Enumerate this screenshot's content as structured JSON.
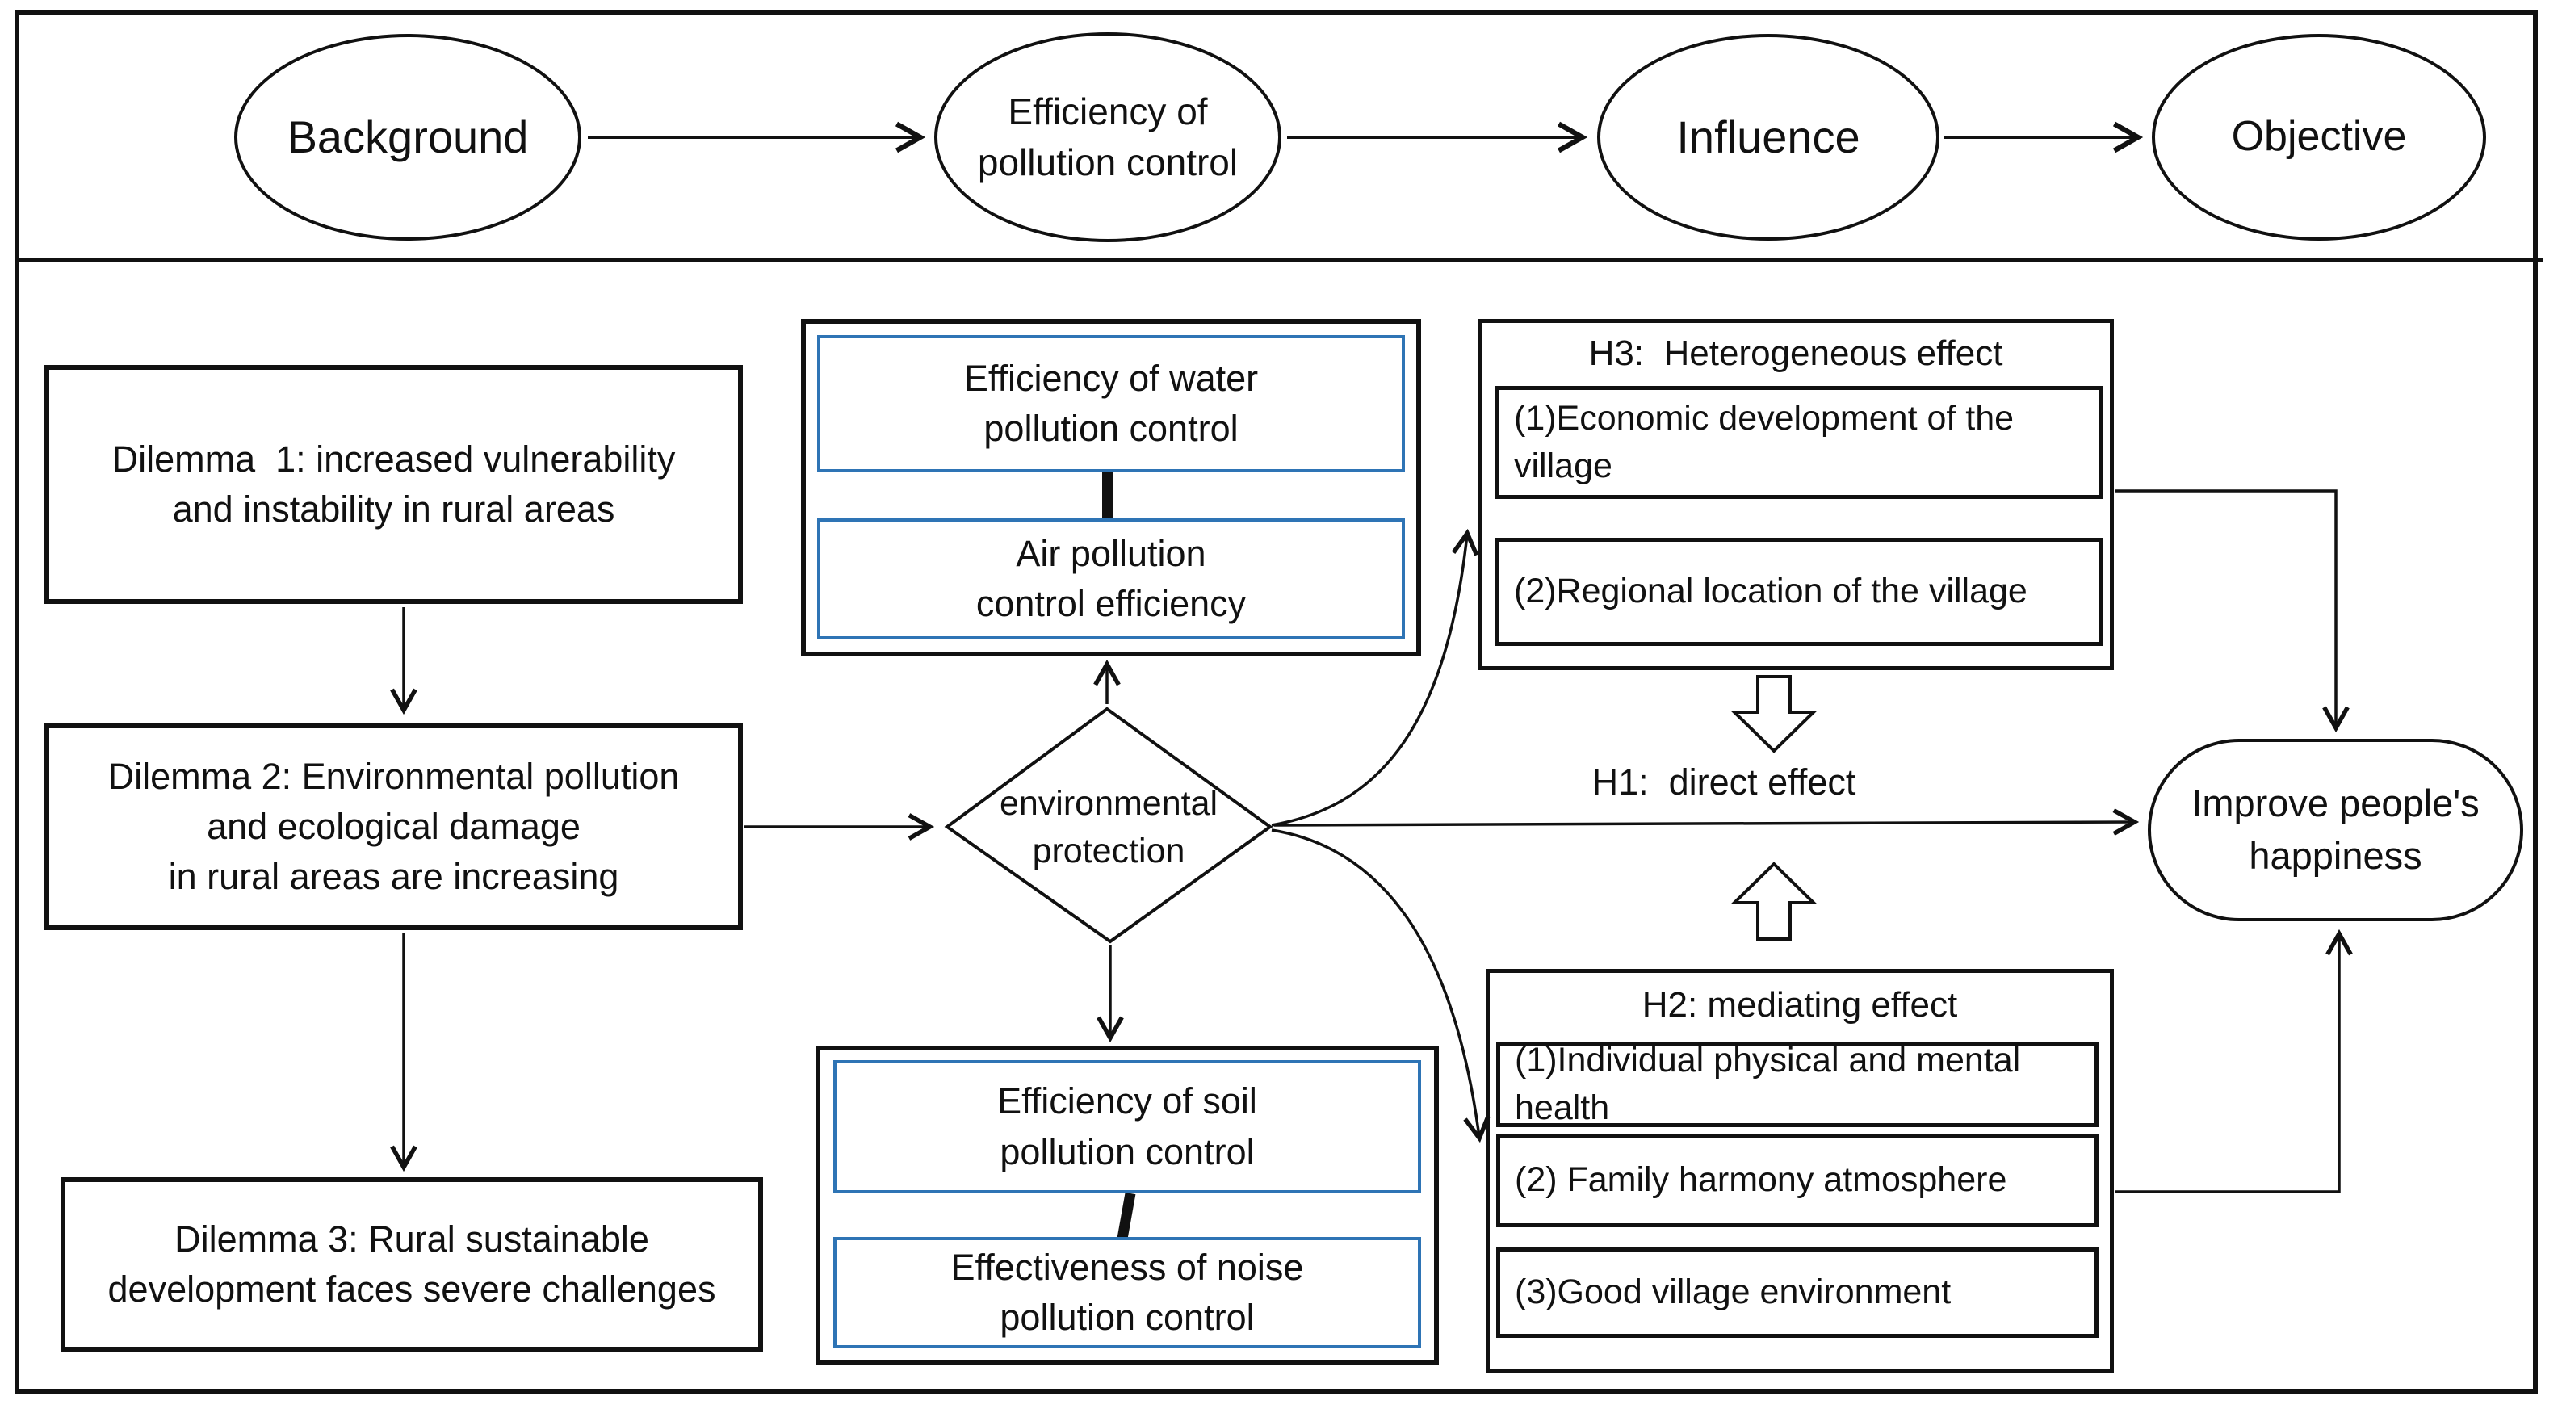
{
  "colors": {
    "ink": "#111111",
    "blue_accent": "#2E74B5",
    "background": "#ffffff"
  },
  "top_flow": {
    "stages": [
      {
        "label": "Background"
      },
      {
        "label": "Efficiency of\npollution control"
      },
      {
        "label": "Influence"
      },
      {
        "label": "Objective"
      }
    ]
  },
  "dilemmas": [
    {
      "label": "Dilemma  1: increased vulnerability\nand instability in rural areas"
    },
    {
      "label": "Dilemma 2: Environmental pollution\nand ecological damage\nin rural areas are increasing"
    },
    {
      "label": "Dilemma 3: Rural sustainable\ndevelopment faces severe challenges"
    }
  ],
  "diamond": {
    "label": "environmental\nprotection"
  },
  "pollution_top": {
    "box1": "Efficiency of water\npollution control",
    "box2": "Air pollution\ncontrol efficiency"
  },
  "pollution_bottom": {
    "box1": "Efficiency of soil\npollution control",
    "box2": "Effectiveness of noise\npollution control"
  },
  "h3": {
    "title": "H3:  Heterogeneous effect",
    "items": [
      "(1)Economic development of the village",
      "(2)Regional location of the village"
    ]
  },
  "h1": {
    "label": "H1:  direct effect"
  },
  "h2": {
    "title": "H2: mediating effect",
    "items": [
      "(1)Individual physical and mental health",
      "(2) Family harmony atmosphere",
      "(3)Good village environment"
    ]
  },
  "outcome": {
    "label": "Improve people's\nhappiness"
  }
}
